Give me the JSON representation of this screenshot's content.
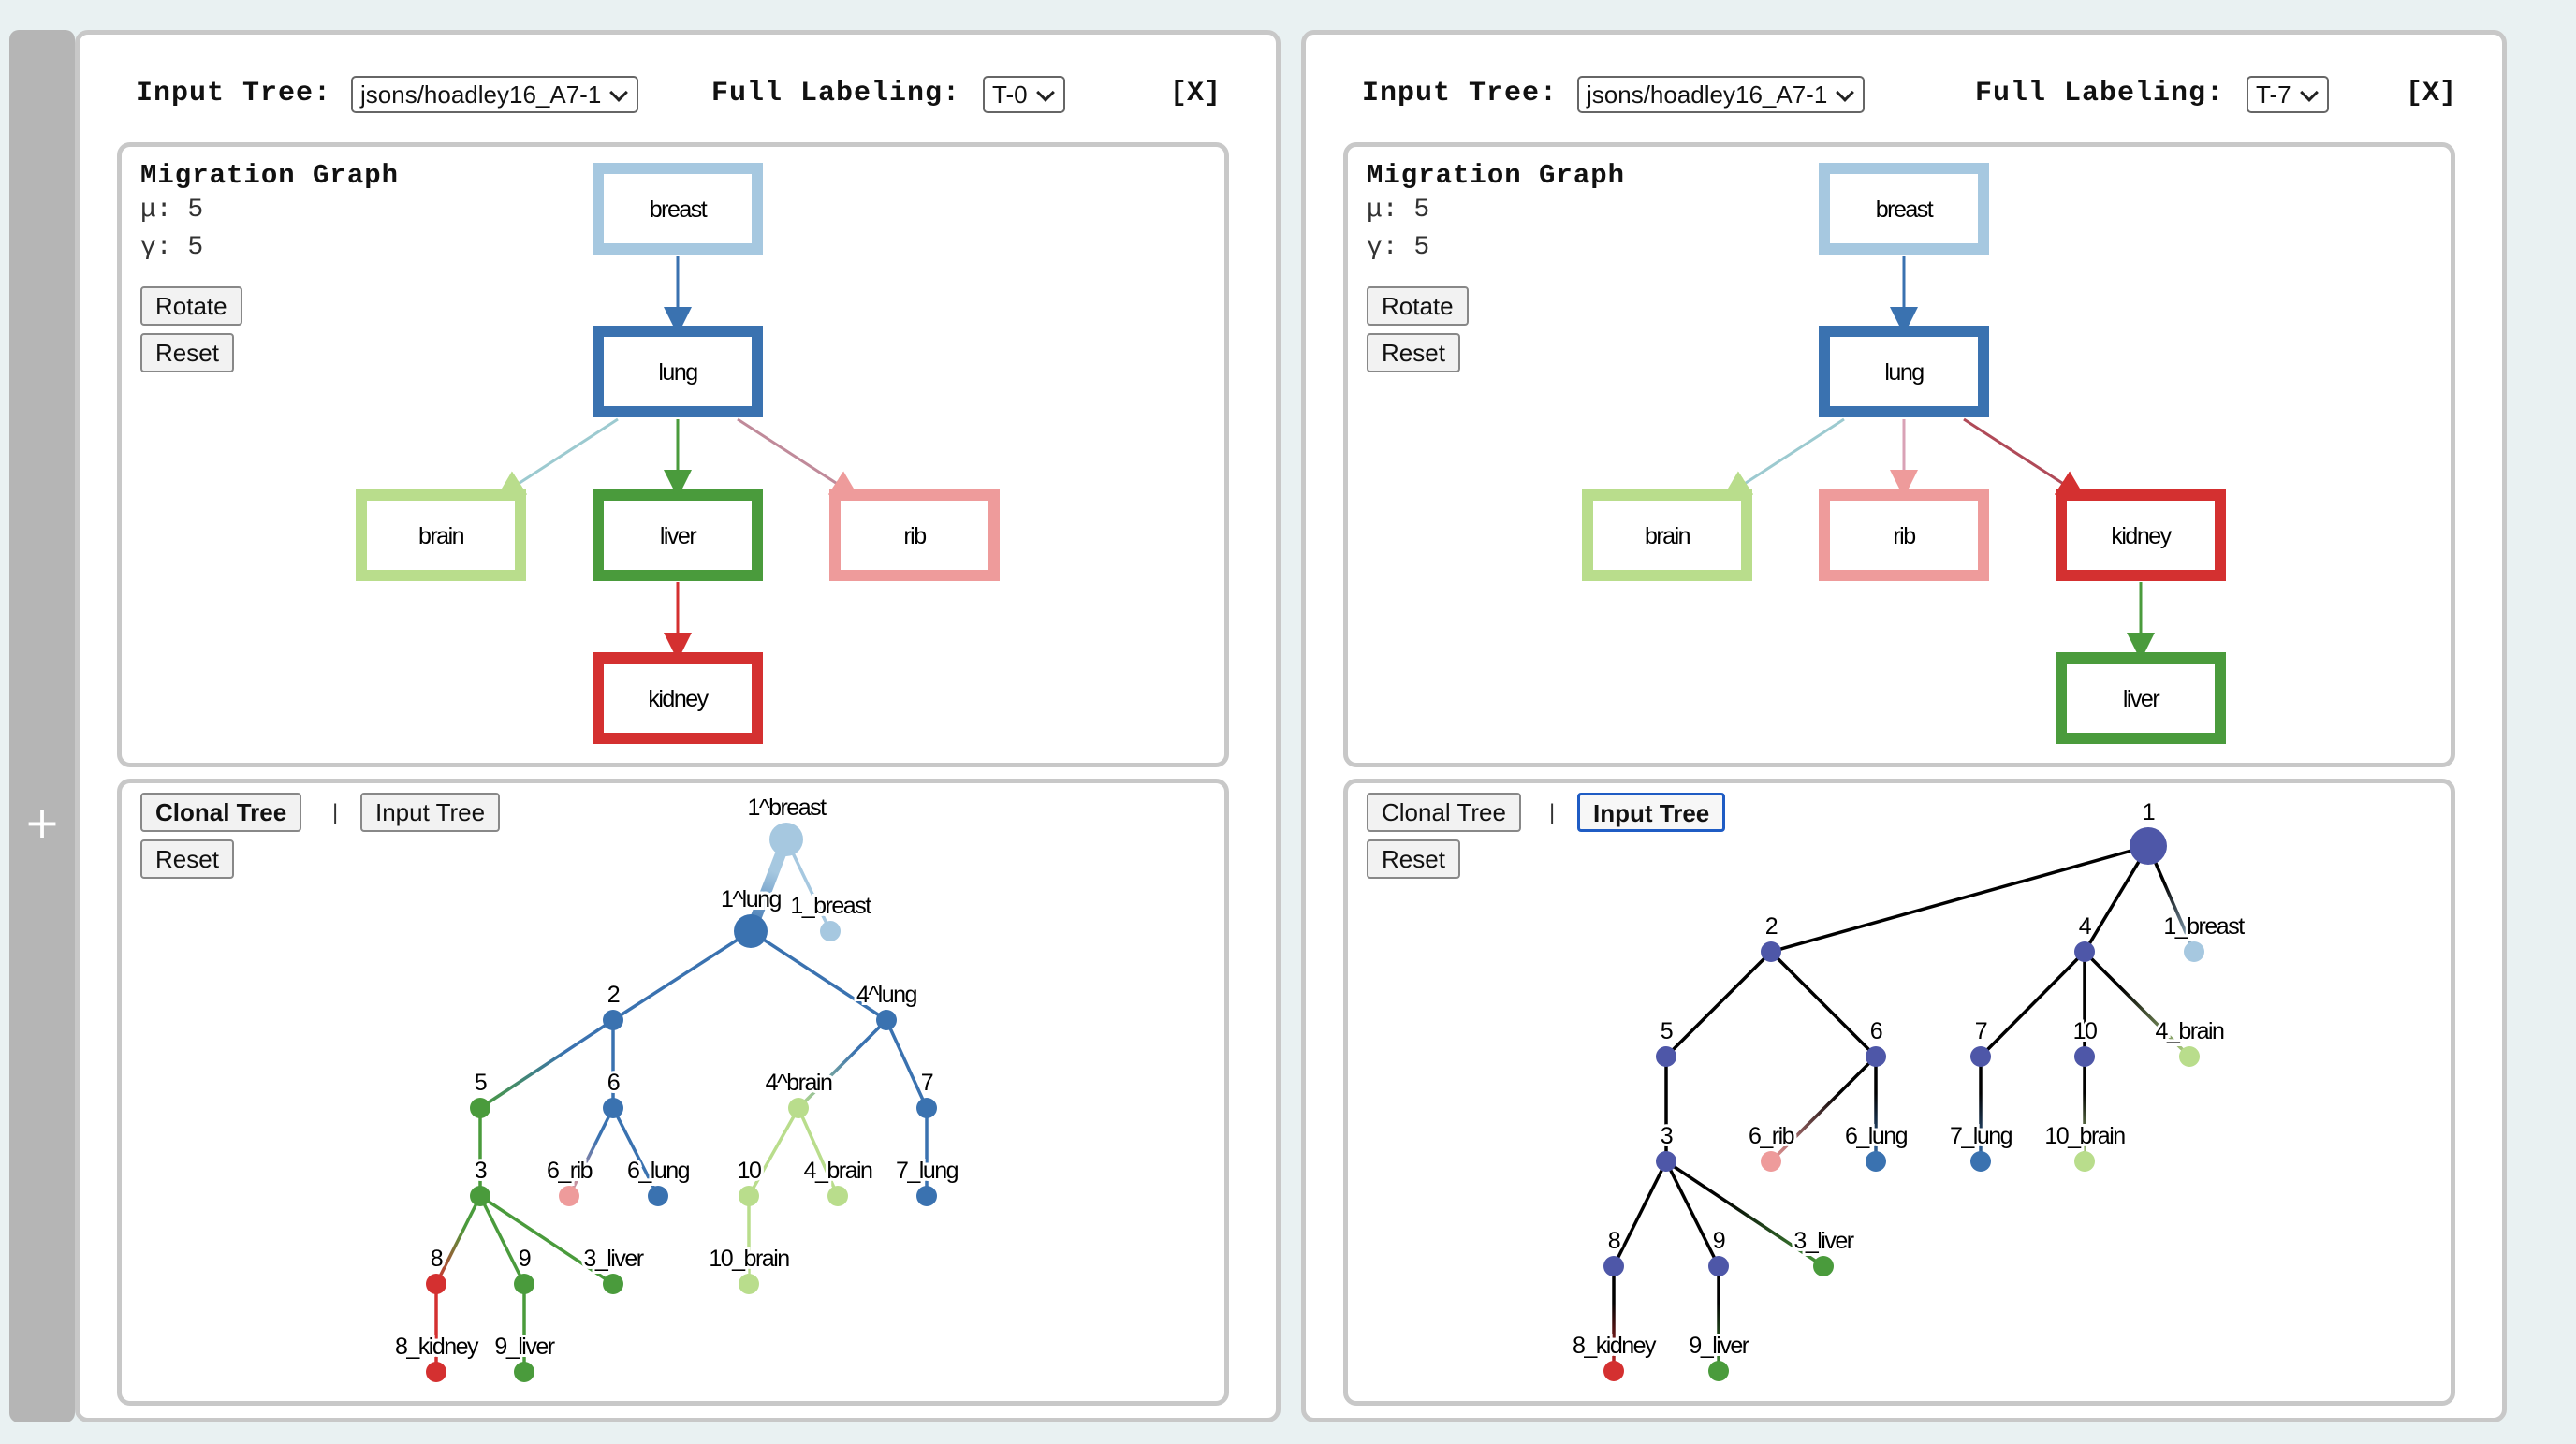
{
  "sidebar": {
    "add_label": "+"
  },
  "panels": [
    {
      "input_tree_label": "Input Tree:",
      "input_tree_value": "jsons/hoadley16_A7-1",
      "labeling_label": "Full Labeling:",
      "labeling_value": "T-0",
      "close_label": "[X]",
      "migration": {
        "title": "Migration Graph",
        "mu": "μ: 5",
        "gamma": "γ: 5",
        "rotate": "Rotate",
        "reset": "Reset",
        "nodes": [
          {
            "id": "breast",
            "label": "breast",
            "color": "#a6c8e0"
          },
          {
            "id": "lung",
            "label": "lung",
            "color": "#3a72b0"
          },
          {
            "id": "brain",
            "label": "brain",
            "color": "#b9dd8c"
          },
          {
            "id": "liver",
            "label": "liver",
            "color": "#4a9b3c"
          },
          {
            "id": "rib",
            "label": "rib",
            "color": "#ee9b9b"
          },
          {
            "id": "kidney",
            "label": "kidney",
            "color": "#d43030"
          }
        ]
      },
      "tree": {
        "tab_clonal": "Clonal Tree",
        "tab_sep": "|",
        "tab_input": "Input Tree",
        "reset": "Reset",
        "active": "clonal",
        "nodes": [
          {
            "label": "1^breast"
          },
          {
            "label": "1^lung"
          },
          {
            "label": "1_breast"
          },
          {
            "label": "2"
          },
          {
            "label": "4^lung"
          },
          {
            "label": "5"
          },
          {
            "label": "6"
          },
          {
            "label": "4^brain"
          },
          {
            "label": "7"
          },
          {
            "label": "3"
          },
          {
            "label": "6_rib"
          },
          {
            "label": "6_lung"
          },
          {
            "label": "10"
          },
          {
            "label": "4_brain"
          },
          {
            "label": "7_lung"
          },
          {
            "label": "8"
          },
          {
            "label": "9"
          },
          {
            "label": "3_liver"
          },
          {
            "label": "10_brain"
          },
          {
            "label": "8_kidney"
          },
          {
            "label": "9_liver"
          }
        ]
      }
    },
    {
      "input_tree_label": "Input Tree:",
      "input_tree_value": "jsons/hoadley16_A7-1",
      "labeling_label": "Full Labeling:",
      "labeling_value": "T-7",
      "close_label": "[X]",
      "migration": {
        "title": "Migration Graph",
        "mu": "μ: 5",
        "gamma": "γ: 5",
        "rotate": "Rotate",
        "reset": "Reset",
        "nodes": [
          {
            "id": "breast",
            "label": "breast",
            "color": "#a6c8e0"
          },
          {
            "id": "lung",
            "label": "lung",
            "color": "#3a72b0"
          },
          {
            "id": "brain",
            "label": "brain",
            "color": "#b9dd8c"
          },
          {
            "id": "rib",
            "label": "rib",
            "color": "#ee9b9b"
          },
          {
            "id": "kidney",
            "label": "kidney",
            "color": "#d43030"
          },
          {
            "id": "liver",
            "label": "liver",
            "color": "#4a9b3c"
          }
        ]
      },
      "tree": {
        "tab_clonal": "Clonal Tree",
        "tab_sep": "|",
        "tab_input": "Input Tree",
        "reset": "Reset",
        "active": "input",
        "nodes": [
          {
            "label": "1"
          },
          {
            "label": "2"
          },
          {
            "label": "4"
          },
          {
            "label": "1_breast"
          },
          {
            "label": "5"
          },
          {
            "label": "6"
          },
          {
            "label": "7"
          },
          {
            "label": "10"
          },
          {
            "label": "4_brain"
          },
          {
            "label": "3"
          },
          {
            "label": "6_rib"
          },
          {
            "label": "6_lung"
          },
          {
            "label": "7_lung"
          },
          {
            "label": "10_brain"
          },
          {
            "label": "8"
          },
          {
            "label": "9"
          },
          {
            "label": "3_liver"
          },
          {
            "label": "8_kidney"
          },
          {
            "label": "9_liver"
          }
        ]
      }
    }
  ],
  "colors": {
    "breast": "#a6c8e0",
    "lung": "#3a72b0",
    "brain": "#b9dd8c",
    "liver": "#4a9b3c",
    "rib": "#ee9b9b",
    "kidney": "#d43030",
    "internal": "#4e57a8"
  }
}
